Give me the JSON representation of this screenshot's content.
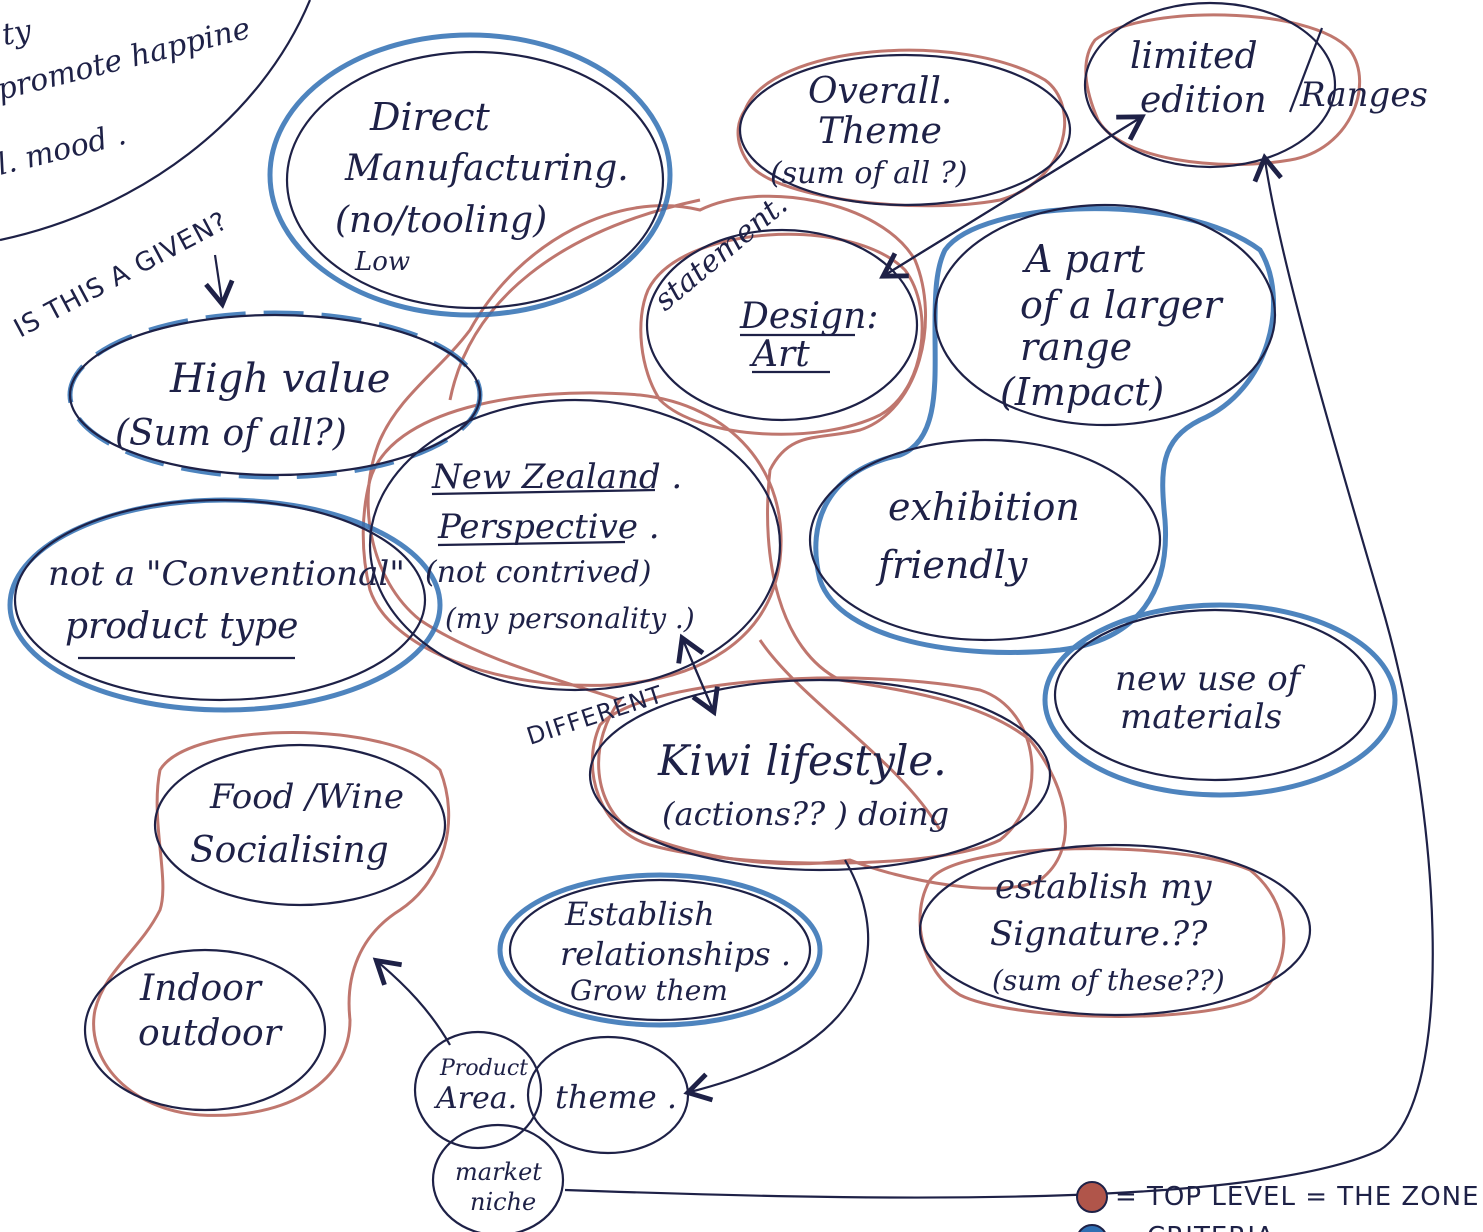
{
  "colors": {
    "ink": "#1e2147",
    "red_pencil": "#b0554a",
    "blue_pencil": "#2f6fb3"
  },
  "corner_note": {
    "line1": "ty",
    "line2": "promote happine",
    "line3": "l. mood ."
  },
  "nodes": {
    "limited": {
      "line1": "limited",
      "line2": "edition",
      "side": "Ranges"
    },
    "overall": {
      "line1": "Overall.",
      "line2": "Theme",
      "line3": "(sum of all ?)"
    },
    "direct": {
      "line1": "Direct",
      "line2": "Manufacturing.",
      "line3": "(no/tooling)",
      "line4": "Low"
    },
    "design": {
      "label": "statement.",
      "line1": "Design:",
      "line2": "Art"
    },
    "part": {
      "line1": "A part",
      "line2": "of a larger",
      "line3": "range",
      "line4": "(Impact)"
    },
    "highvalue": {
      "line1": "High value",
      "line2": "(Sum of all?)"
    },
    "nz": {
      "line1": "New Zealand .",
      "line2": "Perspective .",
      "line3": "(not contrived)",
      "line4": "(my personality .)"
    },
    "exhibition": {
      "line1": "exhibition",
      "line2": "friendly"
    },
    "conventional": {
      "line1": "not a \"Conventional\"",
      "line2": "product type"
    },
    "materials": {
      "line1": "new use of",
      "line2": "materials"
    },
    "kiwi": {
      "line1": "Kiwi lifestyle.",
      "line2": "(actions?? ) doing"
    },
    "food": {
      "line1": "Food /Wine",
      "line2": "Socialising"
    },
    "relationships": {
      "line1": "Establish",
      "line2": "relationships .",
      "line3": "Grow them"
    },
    "signature": {
      "line1": "establish my",
      "line2": "Signature.??",
      "line3": "(sum of these??)"
    },
    "indoor": {
      "line1": "Indoor",
      "line2": "outdoor"
    },
    "product_area": {
      "line1": "Product",
      "line2": "Area."
    },
    "theme": {
      "label": "theme ."
    },
    "market": {
      "line1": "market",
      "line2": "niche"
    }
  },
  "annotations": {
    "given": "IS THIS A GIVEN?",
    "different": "DIFFERENT"
  },
  "legend": {
    "top_level": "= TOP LEVEL = THE ZONE",
    "criteria": "= CRITERIA"
  }
}
